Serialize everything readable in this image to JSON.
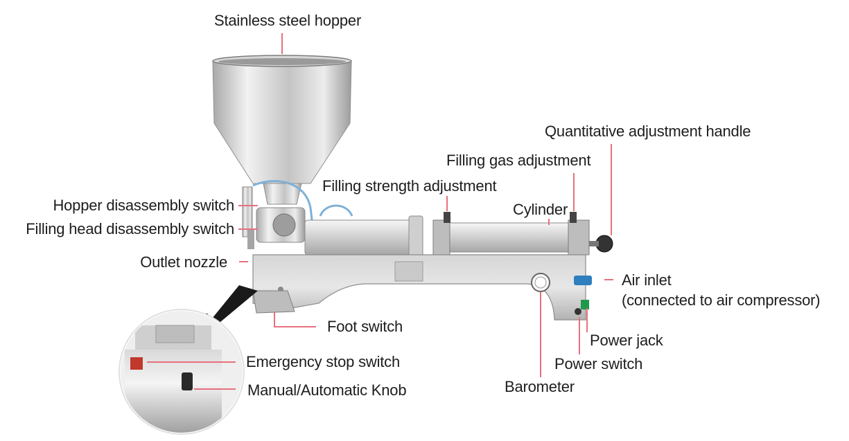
{
  "labels": {
    "hopper": "Stainless steel hopper",
    "quant_handle": "Quantitative adjustment handle",
    "filling_gas": "Filling gas adjustment",
    "filling_strength": "Filling strength adjustment",
    "cylinder": "Cylinder",
    "hopper_switch": "Hopper disassembly switch",
    "head_switch": "Filling head disassembly switch",
    "outlet": "Outlet nozzle",
    "air_inlet": "Air inlet",
    "air_inlet_note": "(connected to air compressor)",
    "foot_switch": "Foot switch",
    "power_jack": "Power jack",
    "power_switch": "Power switch",
    "estop": "Emergency stop switch",
    "knob": "Manual/Automatic Knob",
    "barometer": "Barometer"
  },
  "colors": {
    "leader": "#e8707c",
    "steel_light": "#e9e9e9",
    "steel_mid": "#bcbcbc",
    "steel_dark": "#8a8a8a",
    "text": "#1d1d1d"
  }
}
